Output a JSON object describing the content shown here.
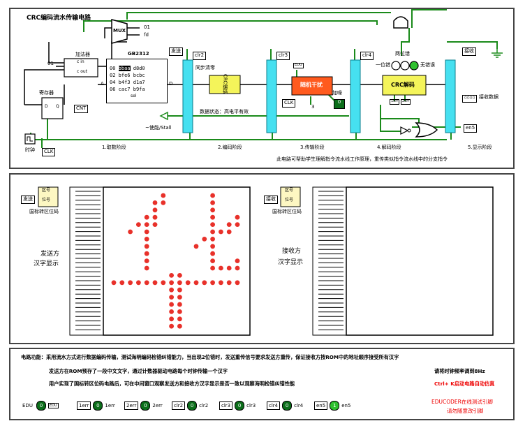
{
  "top": {
    "title": "CRC编码流水传输电路",
    "mux": "MUX",
    "adder": "加法器",
    "adder_cin": "c in",
    "adder_cout": "c out",
    "register": "寄存器",
    "reg_d": "D",
    "reg_q": "Q",
    "cnt": "CNT",
    "clk": "CLK",
    "clock": "时钟",
    "mux_out_1": "01",
    "mux_out_fd": "fd",
    "adder_in_01": "01",
    "gb_title": "GB2312",
    "gb_addr": [
      "00",
      "02",
      "04",
      "06"
    ],
    "gb_col1": [
      "bbaa",
      "bfe6",
      "b4f3",
      "cac7"
    ],
    "gb_col2": [
      "d8d0",
      "bcbc",
      "d1a7",
      "b9fa"
    ],
    "gb_sel": "sel",
    "gb_a": "A",
    "gb_d": "D",
    "send": "发送",
    "clr2": "clr2",
    "sync_clear": "同步清零",
    "clr3": "clr3",
    "crc_encode": "CRC编码",
    "edu": "EDU",
    "random_interfere": "随机干扰",
    "add_noise": "加噪",
    "noise_val": "0",
    "clk2": "CLK",
    "val3": "3",
    "clr4": "clr4",
    "one_err": "一位错",
    "two_err": "两位错",
    "no_err": "无错误",
    "crc_decode": "CRC解码",
    "err1": "1err",
    "err2": "2err",
    "recv": "接收",
    "recv_data": "接收数据",
    "recv_hex": "0000",
    "data_state": "数据状态：高电平有效",
    "enable_stall": "~使能/Stall",
    "en5": "en5",
    "stage1": "1.取数阶段",
    "stage2": "2.编码阶段",
    "stage3": "3.传输阶段",
    "stage4": "4.解码阶段",
    "stage5": "5.显示阶段",
    "note": "此电路可帮助学生理解指令流水线工作原理，重传类似指令流水线中的分支指令"
  },
  "middle": {
    "send": "发送",
    "qh": "区号",
    "wh": "位号",
    "gb_code_left": "国标转区位码",
    "sender_display": "发送方\n汉字显示",
    "sender_line1": "发送方",
    "sender_line2": "汉字显示",
    "recv": "接收",
    "gb_code_right": "国标转区位码",
    "receiver_line1": "接收方",
    "receiver_line2": "汉字显示",
    "led_on_color": "#e8312a"
  },
  "bottom": {
    "desc1": "电路功能：采用流水方式进行数据编码传输，测试海明编码检错纠错能力，当出现2位错时，发送重传信号要求发送方重传，保证接收方按ROM中的地址顺序接受所有汉字",
    "desc2": "发送方在ROM预存了一段中文文字，通过计数器驱动电路每个时钟传输一个汉字",
    "desc2b": "请将时钟频率调到8Hz",
    "desc3": "用户实现了国标转区位码电路后，可在中间窗口观察发送方和接收方汉字显示是否一致以观察海明检错纠错性能",
    "desc3b": "Ctrl+ K启动电路自动仿真",
    "pins": [
      {
        "label": "EDU",
        "val": "0",
        "tag": "EDU"
      },
      {
        "label": "1err",
        "val": "0",
        "tag": "1err"
      },
      {
        "label": "2err",
        "val": "0",
        "tag": "2err"
      },
      {
        "label": "clr2",
        "val": "0",
        "tag": "clr2"
      },
      {
        "label": "clr3",
        "val": "0",
        "tag": "clr3"
      },
      {
        "label": "clr4",
        "val": "0",
        "tag": "clr4"
      },
      {
        "label": "en5",
        "val": "1",
        "tag": "en5"
      }
    ],
    "educoder1": "EDUCODER在线测试引脚",
    "educoder2": "请勿随意改引脚"
  }
}
